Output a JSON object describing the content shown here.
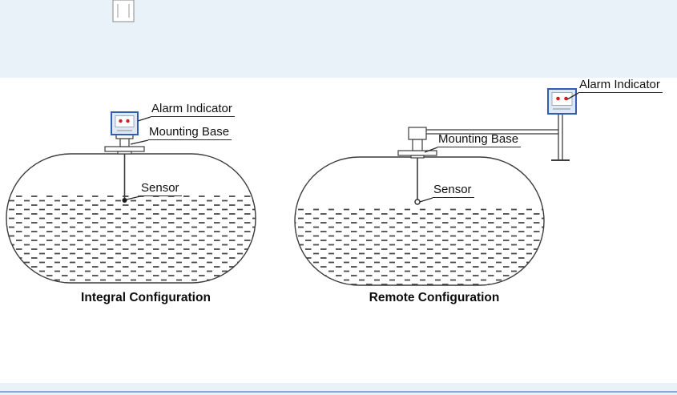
{
  "integral": {
    "caption": "Integral Configuration",
    "alarm_label": "Alarm Indicator",
    "base_label": "Mounting Base",
    "sensor_label": "Sensor"
  },
  "remote": {
    "caption": "Remote Configuration",
    "alarm_label": "Alarm Indicator",
    "base_label": "Mounting Base",
    "sensor_label": "Sensor"
  },
  "colors": {
    "page_background": "#e9f1f9",
    "panel_background": "#ffffff",
    "line": "#3c3c3c",
    "alarm_body_border": "#2f5fae",
    "alarm_body_fill": "#dfe9f6",
    "alarm_lamp": "#cf2020",
    "bottom_rule": "#8ba9cf"
  }
}
